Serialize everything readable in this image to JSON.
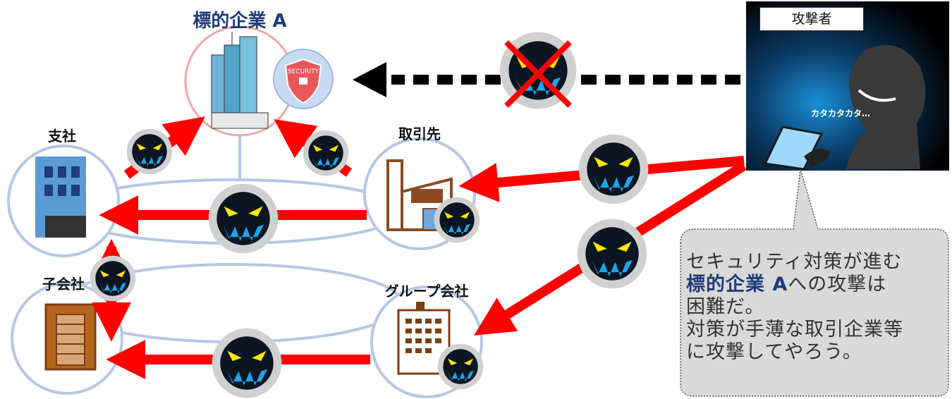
{
  "labels": {
    "target": "標的企業 A",
    "branch": "支社",
    "partner": "取引先",
    "subsidiary": "子会社",
    "group_company": "グループ会社",
    "attacker": "攻撃者",
    "typing": "カタカタカタ…",
    "security_badge": "SECURITY"
  },
  "speech": {
    "line1": "セキュリティ対策が進む",
    "line2_highlight": "標的企業 A",
    "line2_rest": "への攻撃は",
    "line3": "困難だ。",
    "line4": "対策が手薄な取引企業等",
    "line5": "に攻撃してやろう。"
  },
  "colors": {
    "attack_arrow": "#ff0000",
    "blocked_arrow": "#000000",
    "node_ring": "#b4c7e7",
    "target_ring": "#f4a5a5",
    "title": "#1f3d7a",
    "monster_body": "#0b1622",
    "monster_eyes": "#ffe600",
    "monster_teeth": "#1aa7ec"
  },
  "icons": {
    "monster": "malware-monster-icon",
    "building": "building-icon",
    "factory": "factory-icon",
    "shield": "security-shield-icon",
    "hacker": "hacker-silhouette-icon"
  }
}
